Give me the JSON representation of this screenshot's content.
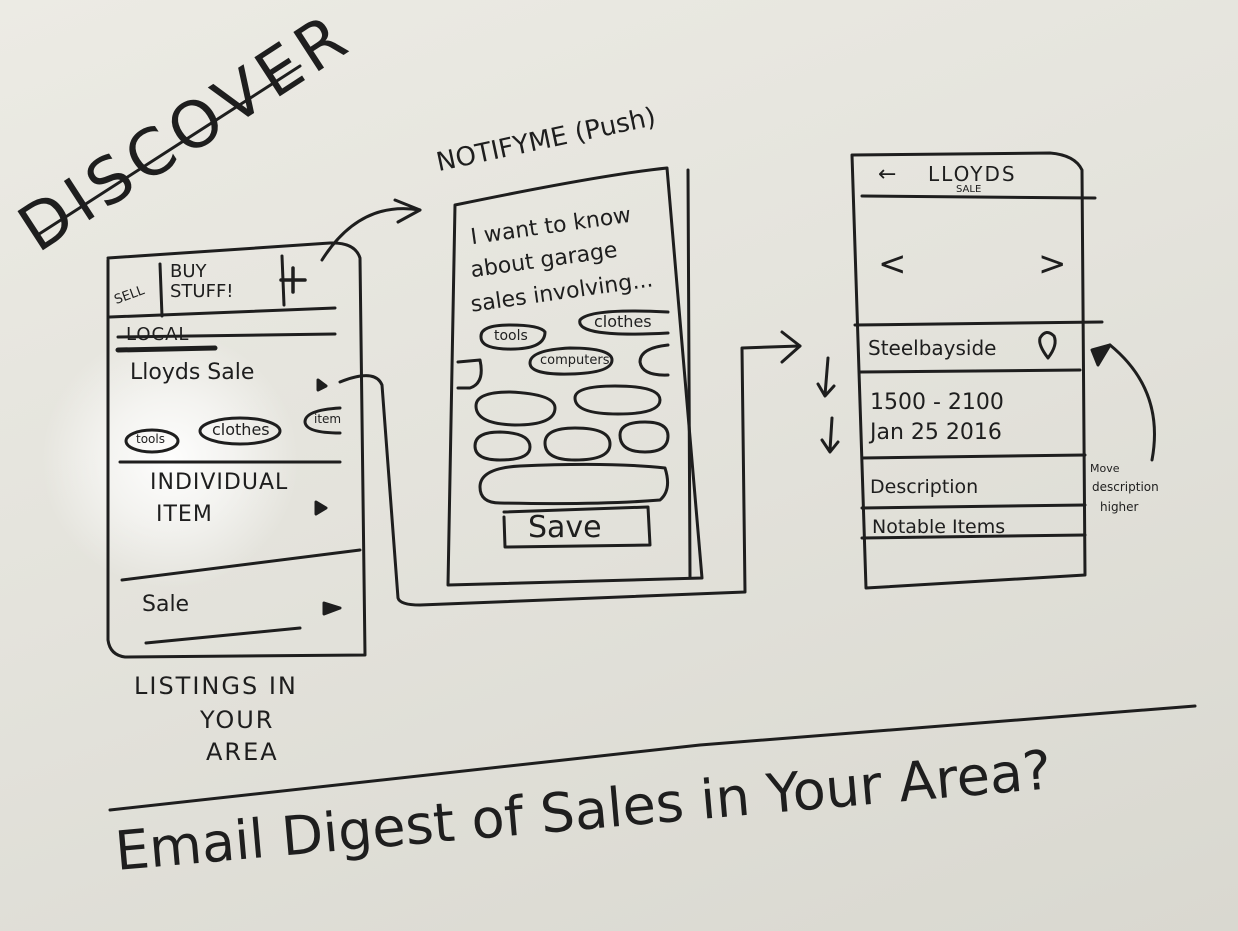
{
  "board": {
    "title": "DISCOVER",
    "email_digest": "Email Digest of Sales in Your Area?"
  },
  "screen1": {
    "tab_sell": "SELL",
    "tab_buy": "BUY STUFF!",
    "section_local": "LOCAL",
    "item1": "Lloyds Sale",
    "tags": [
      "tools",
      "clothes",
      "item"
    ],
    "item2_line1": "INDIVIDUAL",
    "item2_line2": "ITEM",
    "item3": "Sale",
    "caption_line1": "LISTINGS IN",
    "caption_line2": "YOUR",
    "caption_line3": "AREA"
  },
  "screen2": {
    "title": "NOTIFYME (Push)",
    "prompt_line1": "I want to know",
    "prompt_line2": "about garage",
    "prompt_line3": "sales involving...",
    "tags": [
      "tools",
      "clothes",
      "computers"
    ],
    "save": "Save"
  },
  "screen3": {
    "title": "LLOYDS",
    "subtitle": "SALE",
    "back_arrow": "←",
    "prev": "<",
    "next": ">",
    "location": "Steelbayside",
    "time": "1500 - 2100",
    "date": "Jan 25 2016",
    "description": "Description",
    "notable": "Notable Items",
    "annotation_line1": "Move",
    "annotation_line2": "description",
    "annotation_line3": "higher"
  }
}
